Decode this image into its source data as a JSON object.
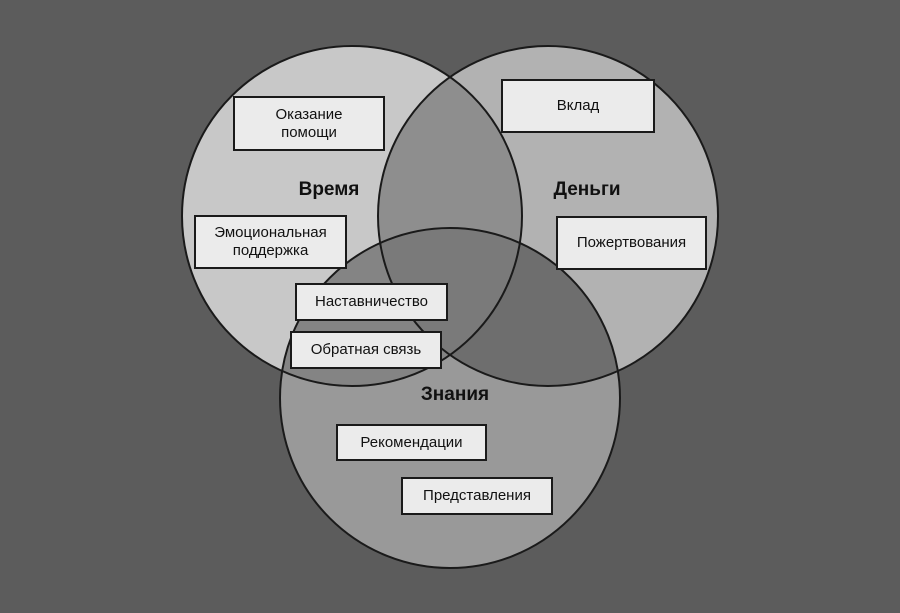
{
  "colors": {
    "background": "#5c5c5c",
    "time": "#c8c8c8",
    "money": "#b2b2b2",
    "knowledge": "#999999",
    "time_money": "#8e8e8e",
    "time_knowledge": "#848484",
    "money_knowledge": "#6e6e6e",
    "all_three": "#7a7a7a",
    "stroke": "#1a1a1a"
  },
  "circles": {
    "time": "Время",
    "money": "Деньги",
    "knowledge": "Знания"
  },
  "labels": {
    "help": "Оказание\nпомощи",
    "contribution": "Вклад",
    "emotional_support": "Эмоциональная\nподдержка",
    "donations": "Пожертвования",
    "mentoring": "Наставничество",
    "feedback": "Обратная связь",
    "recommendations": "Рекомендации",
    "presentations": "Представления"
  }
}
